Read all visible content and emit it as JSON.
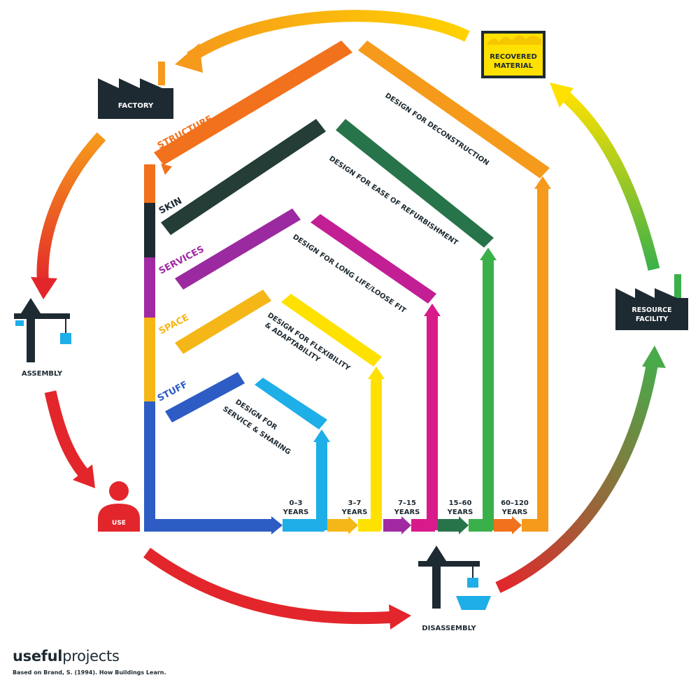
{
  "nodes": {
    "factory": "FACTORY",
    "recovered_material": [
      "RECOVERED",
      "MATERIAL"
    ],
    "resource_facility": [
      "RESOURCE",
      "FACILITY"
    ],
    "assembly": "ASSEMBLY",
    "use": "USE",
    "disassembly": "DISASSEMBLY"
  },
  "layers": [
    {
      "name": "STRUCTURE",
      "color": "#f2711c",
      "design": "DESIGN FOR DECONSTRUCTION",
      "years": [
        "60–120",
        "YEARS"
      ]
    },
    {
      "name": "SKIN",
      "color": "#27744a",
      "design": "DESIGN FOR EASE OF REFURBISHMENT",
      "years": [
        "15–60",
        "YEARS"
      ]
    },
    {
      "name": "SERVICES",
      "color": "#a12aa3",
      "design": "DESIGN FOR  LONG LIFE/LOOSE FIT",
      "years": [
        "7–15",
        "YEARS"
      ]
    },
    {
      "name": "SPACE",
      "color": "#f5b617",
      "design": [
        "DESIGN FOR FLEXIBILITY",
        "& ADAPTABILITY"
      ],
      "years": [
        "3–7",
        "YEARS"
      ]
    },
    {
      "name": "STUFF",
      "color": "#2d5cc4",
      "design": [
        "DESIGN FOR",
        "SERVICE & SHARING"
      ],
      "years": [
        "0–3",
        "YEARS"
      ]
    }
  ],
  "colors": {
    "dark": "#1e2a32",
    "yellow_box": "#ffe100",
    "red": "#e3262b",
    "green": "#3ab04a",
    "cyan": "#1eaee8"
  },
  "icons": [
    "factory-icon",
    "recovered-material-icon",
    "resource-facility-icon",
    "crane-icon",
    "user-icon"
  ],
  "brand": {
    "bold": "useful",
    "rest": "projects"
  },
  "credit": "Based on Brand, S. (1994). How Buildings Learn."
}
